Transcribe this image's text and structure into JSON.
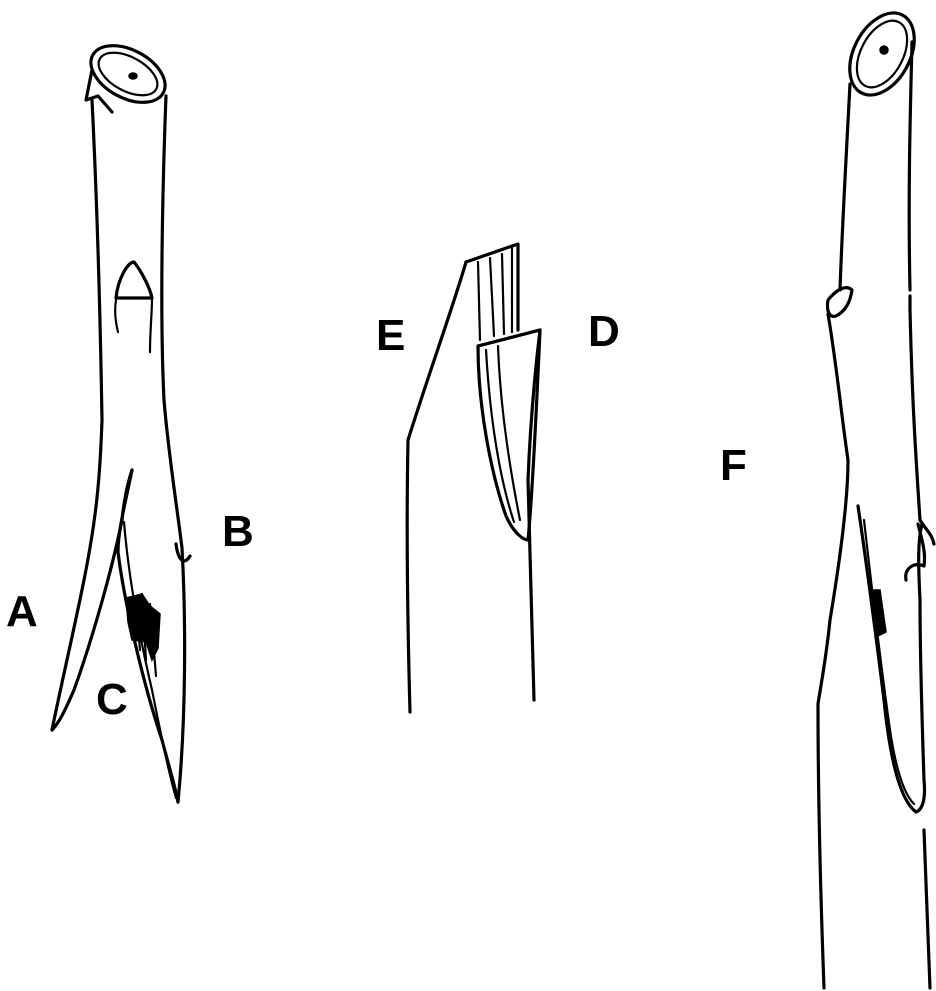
{
  "figure": {
    "labels": {
      "a": "A",
      "b": "B",
      "c": "C",
      "d": "D",
      "e": "E",
      "f": "F"
    },
    "colors": {
      "ink": "#000000",
      "paper": "#ffffff"
    }
  }
}
